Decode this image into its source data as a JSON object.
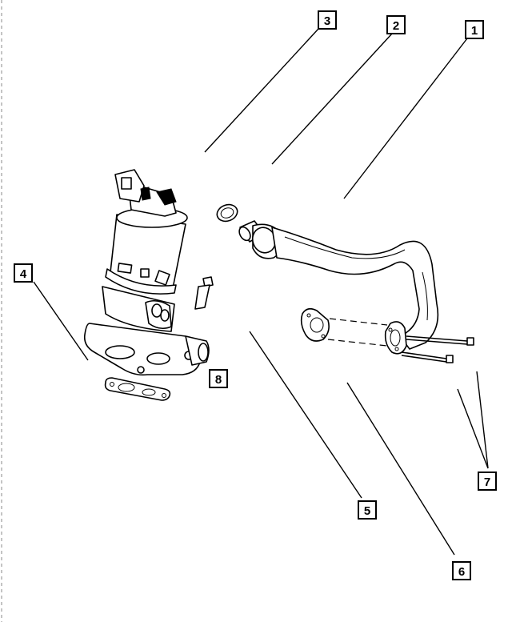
{
  "callouts": {
    "c1": "1",
    "c2": "2",
    "c3": "3",
    "c4": "4",
    "c5": "5",
    "c6": "6",
    "c7": "7",
    "c8": "8"
  },
  "icons": {
    "egr_valve": "egr-valve-icon",
    "egr_tube": "egr-tube-icon",
    "o_ring": "o-ring-icon",
    "gasket": "gasket-icon",
    "bolt": "bolt-icon"
  }
}
